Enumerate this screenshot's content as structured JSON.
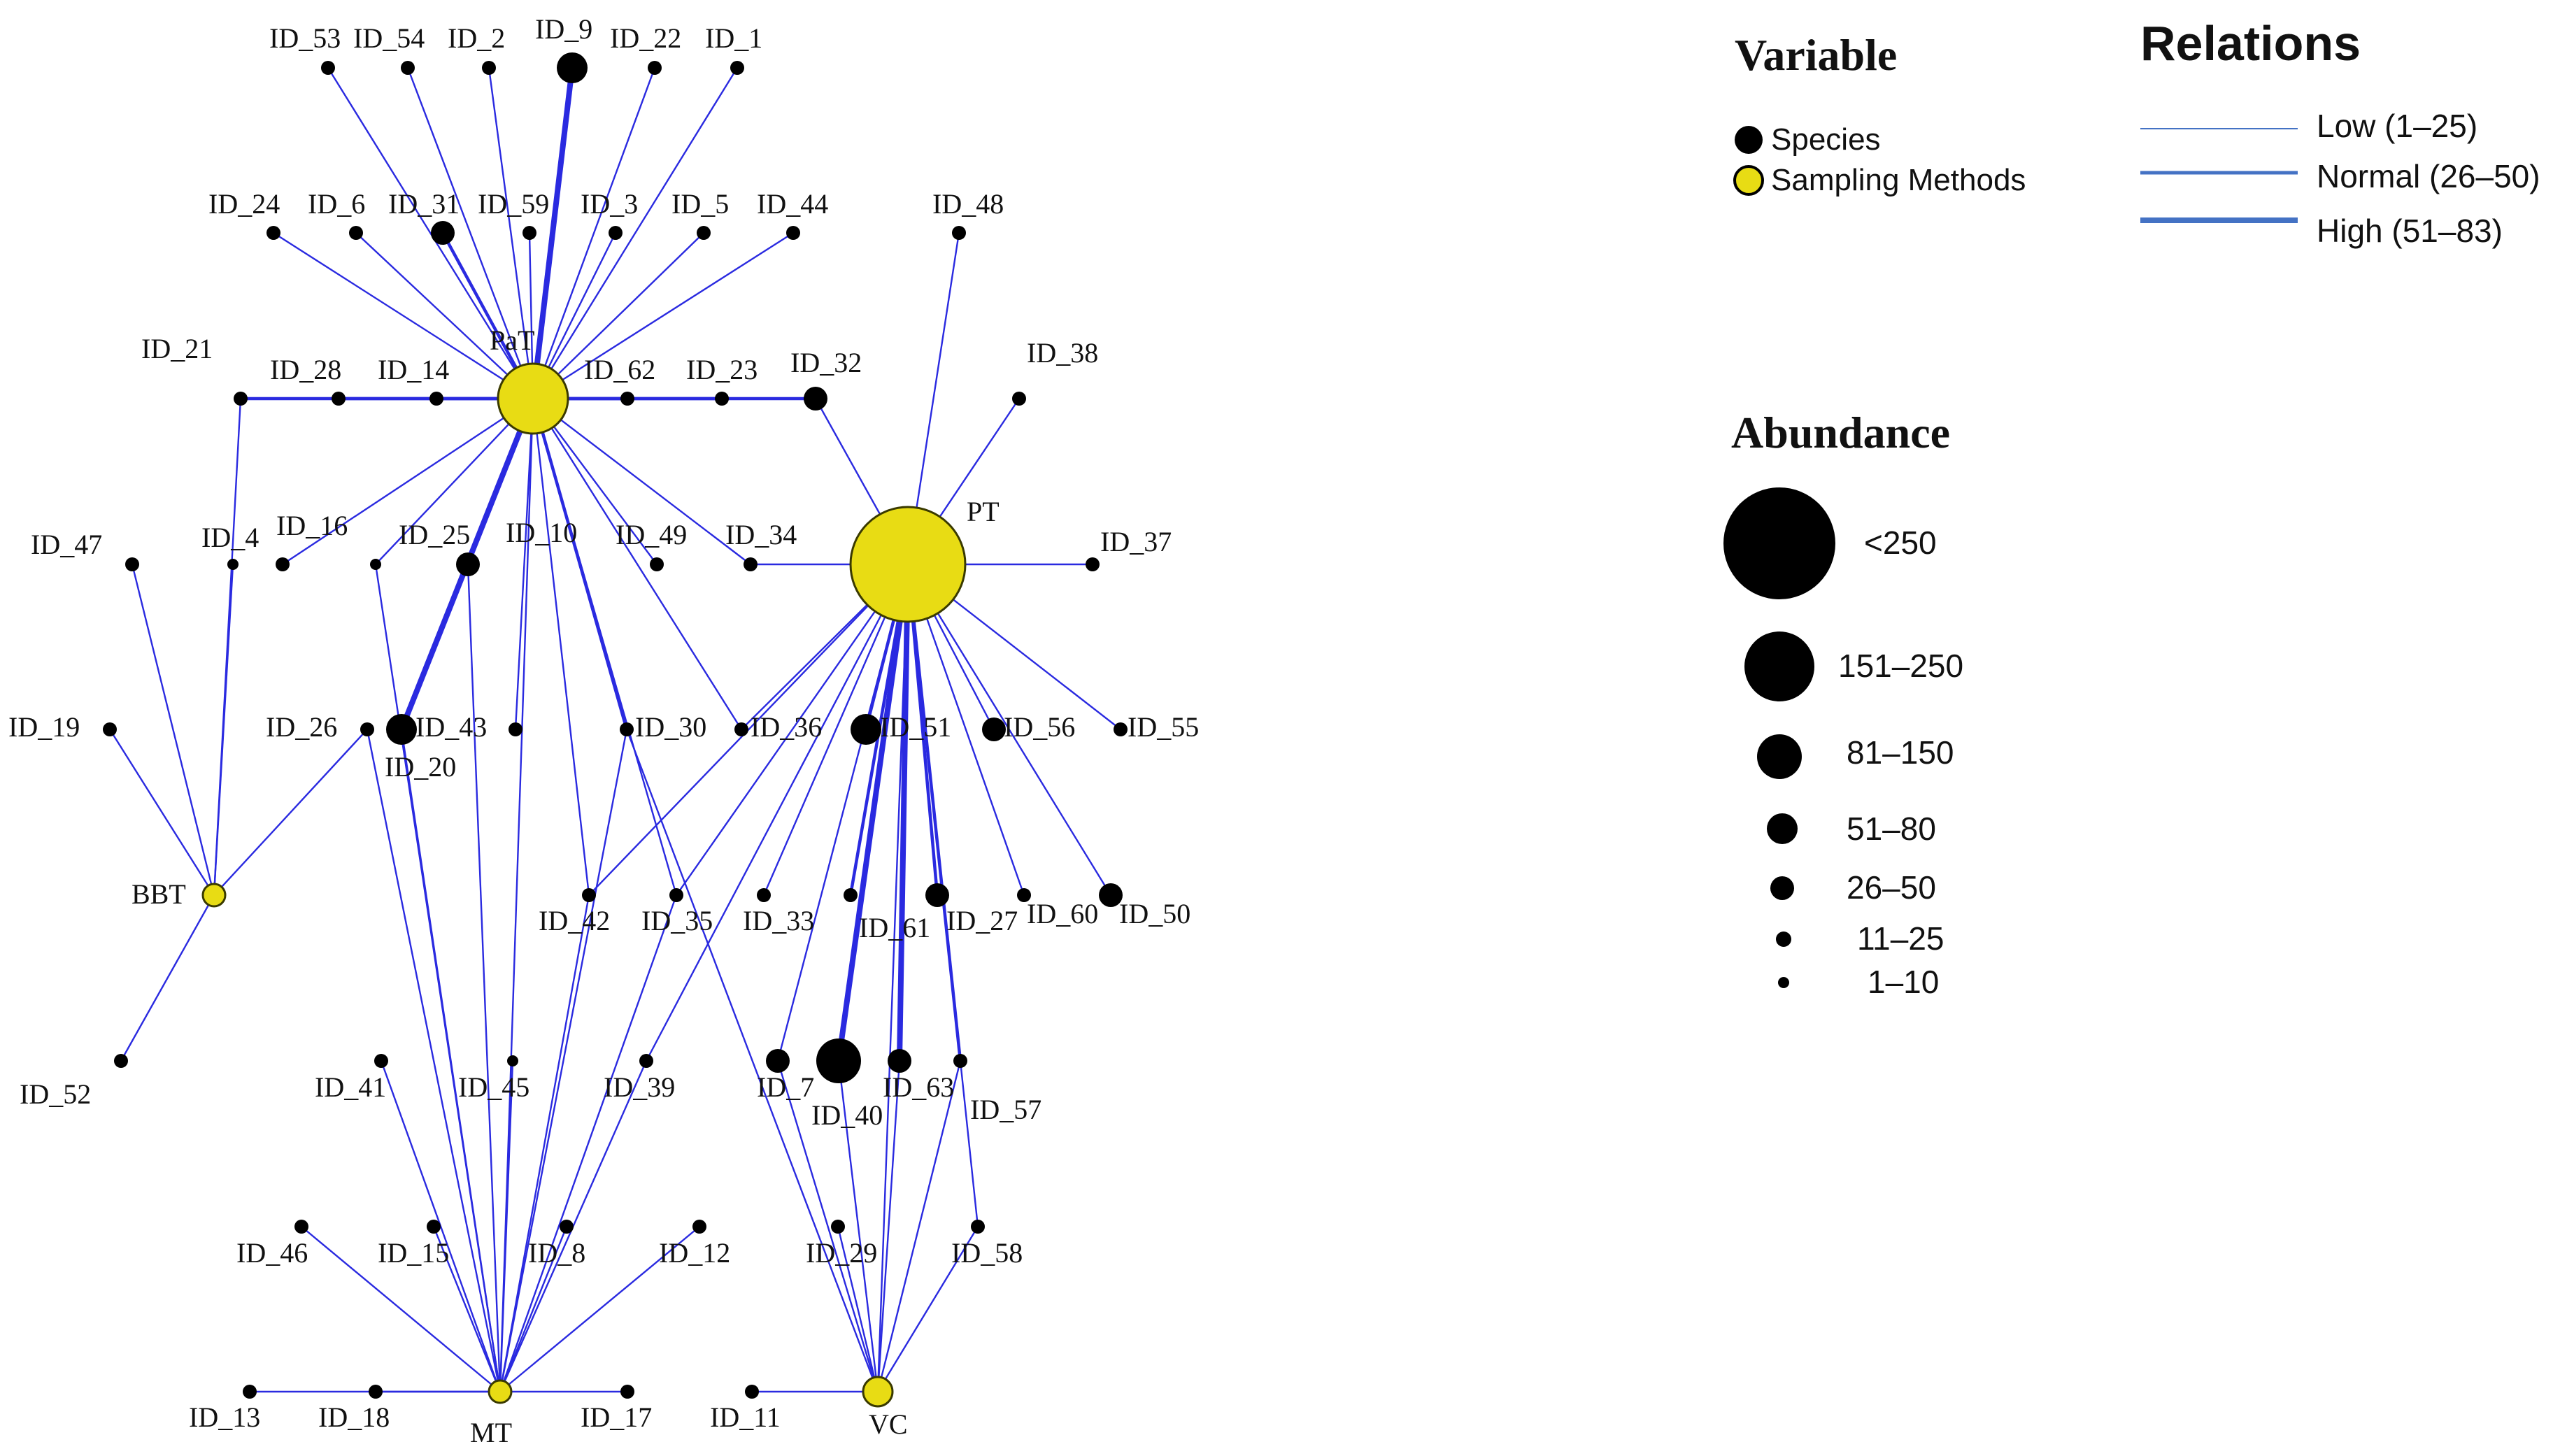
{
  "colors": {
    "edge": "#2a2ae0",
    "species_fill": "#000000",
    "method_fill": "#e8dc14",
    "method_stroke": "#3a3a00",
    "legend_line": "#4472c4"
  },
  "legend": {
    "variable": {
      "title": "Variable",
      "items": [
        {
          "label": "Species",
          "kind": "species"
        },
        {
          "label": "Sampling Methods",
          "kind": "method"
        }
      ]
    },
    "relations": {
      "title": "Relations",
      "items": [
        {
          "label": "Low (1–25)",
          "level": "low"
        },
        {
          "label": "Normal (26–50)",
          "level": "normal"
        },
        {
          "label": "High (51–83)",
          "level": "high"
        }
      ]
    },
    "abundance": {
      "title": "Abundance",
      "items": [
        {
          "label": "<250",
          "level": 7
        },
        {
          "label": "151–250",
          "level": 6
        },
        {
          "label": "81–150",
          "level": 5
        },
        {
          "label": "51–80",
          "level": 4
        },
        {
          "label": "26–50",
          "level": 3
        },
        {
          "label": "11–25",
          "level": 2
        },
        {
          "label": "1–10",
          "level": 1
        }
      ]
    }
  },
  "nodes": [
    {
      "id": "PaT",
      "label": "PaT",
      "kind": "method",
      "level": 5
    },
    {
      "id": "PT",
      "label": "PT",
      "kind": "method",
      "level": 7
    },
    {
      "id": "BBT",
      "label": "BBT",
      "kind": "method",
      "level": 2
    },
    {
      "id": "MT",
      "label": "MT",
      "kind": "method",
      "level": 2
    },
    {
      "id": "VC",
      "label": "VC",
      "kind": "method",
      "level": 3
    },
    {
      "id": "ID_53",
      "label": "ID_53",
      "kind": "species",
      "level": 2
    },
    {
      "id": "ID_54",
      "label": "ID_54",
      "kind": "species",
      "level": 2
    },
    {
      "id": "ID_2",
      "label": "ID_2",
      "kind": "species",
      "level": 2
    },
    {
      "id": "ID_9",
      "label": "ID_9",
      "kind": "species",
      "level": 4
    },
    {
      "id": "ID_22",
      "label": "ID_22",
      "kind": "species",
      "level": 2
    },
    {
      "id": "ID_1",
      "label": "ID_1",
      "kind": "species",
      "level": 2
    },
    {
      "id": "ID_24",
      "label": "ID_24",
      "kind": "species",
      "level": 2
    },
    {
      "id": "ID_6",
      "label": "ID_6",
      "kind": "species",
      "level": 2
    },
    {
      "id": "ID_31",
      "label": "ID_31",
      "kind": "species",
      "level": 3
    },
    {
      "id": "ID_59",
      "label": "ID_59",
      "kind": "species",
      "level": 2
    },
    {
      "id": "ID_3",
      "label": "ID_3",
      "kind": "species",
      "level": 2
    },
    {
      "id": "ID_5",
      "label": "ID_5",
      "kind": "species",
      "level": 2
    },
    {
      "id": "ID_44",
      "label": "ID_44",
      "kind": "species",
      "level": 2
    },
    {
      "id": "ID_48",
      "label": "ID_48",
      "kind": "species",
      "level": 2
    },
    {
      "id": "ID_21",
      "label": "ID_21",
      "kind": "species",
      "level": 2
    },
    {
      "id": "ID_28",
      "label": "ID_28",
      "kind": "species",
      "level": 2
    },
    {
      "id": "ID_14",
      "label": "ID_14",
      "kind": "species",
      "level": 2
    },
    {
      "id": "ID_62",
      "label": "ID_62",
      "kind": "species",
      "level": 2
    },
    {
      "id": "ID_23",
      "label": "ID_23",
      "kind": "species",
      "level": 2
    },
    {
      "id": "ID_32",
      "label": "ID_32",
      "kind": "species",
      "level": 3
    },
    {
      "id": "ID_38",
      "label": "ID_38",
      "kind": "species",
      "level": 2
    },
    {
      "id": "ID_47",
      "label": "ID_47",
      "kind": "species",
      "level": 2
    },
    {
      "id": "ID_4",
      "label": "ID_4",
      "kind": "species",
      "level": 1
    },
    {
      "id": "ID_16",
      "label": "ID_16",
      "kind": "species",
      "level": 2
    },
    {
      "id": "ID_25",
      "label": "ID_25",
      "kind": "species",
      "level": 1
    },
    {
      "id": "ID_10",
      "label": "ID_10",
      "kind": "species",
      "level": 3
    },
    {
      "id": "ID_49",
      "label": "ID_49",
      "kind": "species",
      "level": 2
    },
    {
      "id": "ID_34",
      "label": "ID_34",
      "kind": "species",
      "level": 2
    },
    {
      "id": "ID_37",
      "label": "ID_37",
      "kind": "species",
      "level": 2
    },
    {
      "id": "ID_19",
      "label": "ID_19",
      "kind": "species",
      "level": 2
    },
    {
      "id": "ID_26",
      "label": "ID_26",
      "kind": "species",
      "level": 2
    },
    {
      "id": "ID_20",
      "label": "ID_20",
      "kind": "species",
      "level": 4
    },
    {
      "id": "ID_43",
      "label": "ID_43",
      "kind": "species",
      "level": 2
    },
    {
      "id": "ID_30",
      "label": "ID_30",
      "kind": "species",
      "level": 2
    },
    {
      "id": "ID_36",
      "label": "ID_36",
      "kind": "species",
      "level": 2
    },
    {
      "id": "ID_51",
      "label": "ID_51",
      "kind": "species",
      "level": 4
    },
    {
      "id": "ID_56",
      "label": "ID_56",
      "kind": "species",
      "level": 3
    },
    {
      "id": "ID_55",
      "label": "ID_55",
      "kind": "species",
      "level": 2
    },
    {
      "id": "ID_42",
      "label": "ID_42",
      "kind": "species",
      "level": 2
    },
    {
      "id": "ID_35",
      "label": "ID_35",
      "kind": "species",
      "level": 2
    },
    {
      "id": "ID_33",
      "label": "ID_33",
      "kind": "species",
      "level": 2
    },
    {
      "id": "ID_61",
      "label": "ID_61",
      "kind": "species",
      "level": 2
    },
    {
      "id": "ID_27",
      "label": "ID_27",
      "kind": "species",
      "level": 3
    },
    {
      "id": "ID_60",
      "label": "ID_60",
      "kind": "species",
      "level": 2
    },
    {
      "id": "ID_50",
      "label": "ID_50",
      "kind": "species",
      "level": 3
    },
    {
      "id": "ID_52",
      "label": "ID_52",
      "kind": "species",
      "level": 2
    },
    {
      "id": "ID_41",
      "label": "ID_41",
      "kind": "species",
      "level": 2
    },
    {
      "id": "ID_45",
      "label": "ID_45",
      "kind": "species",
      "level": 1
    },
    {
      "id": "ID_39",
      "label": "ID_39",
      "kind": "species",
      "level": 2
    },
    {
      "id": "ID_7",
      "label": "ID_7",
      "kind": "species",
      "level": 3
    },
    {
      "id": "ID_40",
      "label": "ID_40",
      "kind": "species",
      "level": 5
    },
    {
      "id": "ID_63",
      "label": "ID_63",
      "kind": "species",
      "level": 3
    },
    {
      "id": "ID_57",
      "label": "ID_57",
      "kind": "species",
      "level": 2
    },
    {
      "id": "ID_46",
      "label": "ID_46",
      "kind": "species",
      "level": 2
    },
    {
      "id": "ID_15",
      "label": "ID_15",
      "kind": "species",
      "level": 2
    },
    {
      "id": "ID_8",
      "label": "ID_8",
      "kind": "species",
      "level": 2
    },
    {
      "id": "ID_12",
      "label": "ID_12",
      "kind": "species",
      "level": 2
    },
    {
      "id": "ID_29",
      "label": "ID_29",
      "kind": "species",
      "level": 2
    },
    {
      "id": "ID_58",
      "label": "ID_58",
      "kind": "species",
      "level": 2
    },
    {
      "id": "ID_13",
      "label": "ID_13",
      "kind": "species",
      "level": 2
    },
    {
      "id": "ID_18",
      "label": "ID_18",
      "kind": "species",
      "level": 2
    },
    {
      "id": "ID_17",
      "label": "ID_17",
      "kind": "species",
      "level": 2
    },
    {
      "id": "ID_11",
      "label": "ID_11",
      "kind": "species",
      "level": 2
    }
  ],
  "edges": [
    {
      "from": "PaT",
      "to": "ID_53",
      "level": "low"
    },
    {
      "from": "PaT",
      "to": "ID_54",
      "level": "low"
    },
    {
      "from": "PaT",
      "to": "ID_2",
      "level": "low"
    },
    {
      "from": "PaT",
      "to": "ID_9",
      "level": "high"
    },
    {
      "from": "PaT",
      "to": "ID_22",
      "level": "low"
    },
    {
      "from": "PaT",
      "to": "ID_1",
      "level": "low"
    },
    {
      "from": "PaT",
      "to": "ID_24",
      "level": "low"
    },
    {
      "from": "PaT",
      "to": "ID_6",
      "level": "low"
    },
    {
      "from": "PaT",
      "to": "ID_31",
      "level": "normal"
    },
    {
      "from": "PaT",
      "to": "ID_59",
      "level": "low"
    },
    {
      "from": "PaT",
      "to": "ID_3",
      "level": "low"
    },
    {
      "from": "PaT",
      "to": "ID_5",
      "level": "low"
    },
    {
      "from": "PaT",
      "to": "ID_44",
      "level": "low"
    },
    {
      "from": "PaT",
      "to": "ID_21",
      "level": "normal"
    },
    {
      "from": "PaT",
      "to": "ID_28",
      "level": "normal"
    },
    {
      "from": "PaT",
      "to": "ID_14",
      "level": "normal"
    },
    {
      "from": "PaT",
      "to": "ID_62",
      "level": "normal"
    },
    {
      "from": "PaT",
      "to": "ID_23",
      "level": "normal"
    },
    {
      "from": "PaT",
      "to": "ID_32",
      "level": "normal"
    },
    {
      "from": "PaT",
      "to": "ID_16",
      "level": "low"
    },
    {
      "from": "PaT",
      "to": "ID_25",
      "level": "low"
    },
    {
      "from": "PaT",
      "to": "ID_10",
      "level": "normal"
    },
    {
      "from": "PaT",
      "to": "ID_49",
      "level": "low"
    },
    {
      "from": "PaT",
      "to": "ID_34",
      "level": "low"
    },
    {
      "from": "PaT",
      "to": "ID_20",
      "level": "high"
    },
    {
      "from": "PaT",
      "to": "ID_43",
      "level": "low"
    },
    {
      "from": "PaT",
      "to": "ID_30",
      "level": "normal"
    },
    {
      "from": "PaT",
      "to": "ID_36",
      "level": "low"
    },
    {
      "from": "PaT",
      "to": "ID_35",
      "level": "low"
    },
    {
      "from": "PaT",
      "to": "ID_42",
      "level": "low"
    },
    {
      "from": "PaT",
      "to": "MT",
      "level": "low"
    },
    {
      "from": "ID_32",
      "to": "PT",
      "level": "low"
    },
    {
      "from": "PT",
      "to": "ID_48",
      "level": "low"
    },
    {
      "from": "PT",
      "to": "ID_38",
      "level": "low"
    },
    {
      "from": "PT",
      "to": "ID_34",
      "level": "low"
    },
    {
      "from": "PT",
      "to": "ID_37",
      "level": "low"
    },
    {
      "from": "PT",
      "to": "ID_36",
      "level": "low"
    },
    {
      "from": "PT",
      "to": "ID_51",
      "level": "normal"
    },
    {
      "from": "PT",
      "to": "ID_56",
      "level": "low"
    },
    {
      "from": "PT",
      "to": "ID_55",
      "level": "low"
    },
    {
      "from": "PT",
      "to": "ID_42",
      "level": "low"
    },
    {
      "from": "PT",
      "to": "ID_35",
      "level": "low"
    },
    {
      "from": "PT",
      "to": "ID_33",
      "level": "low"
    },
    {
      "from": "PT",
      "to": "ID_61",
      "level": "normal"
    },
    {
      "from": "PT",
      "to": "ID_27",
      "level": "normal"
    },
    {
      "from": "PT",
      "to": "ID_60",
      "level": "low"
    },
    {
      "from": "PT",
      "to": "ID_50",
      "level": "low"
    },
    {
      "from": "PT",
      "to": "ID_39",
      "level": "low"
    },
    {
      "from": "PT",
      "to": "ID_7",
      "level": "low"
    },
    {
      "from": "PT",
      "to": "ID_40",
      "level": "high"
    },
    {
      "from": "PT",
      "to": "ID_63",
      "level": "high"
    },
    {
      "from": "PT",
      "to": "ID_57",
      "level": "normal"
    },
    {
      "from": "PT",
      "to": "ID_58",
      "level": "low"
    },
    {
      "from": "PT",
      "to": "VC",
      "level": "low"
    },
    {
      "from": "BBT",
      "to": "ID_47",
      "level": "low"
    },
    {
      "from": "BBT",
      "to": "ID_4",
      "level": "low"
    },
    {
      "from": "BBT",
      "to": "ID_21",
      "level": "low"
    },
    {
      "from": "BBT",
      "to": "ID_19",
      "level": "low"
    },
    {
      "from": "BBT",
      "to": "ID_26",
      "level": "low"
    },
    {
      "from": "BBT",
      "to": "ID_52",
      "level": "low"
    },
    {
      "from": "MT",
      "to": "ID_26",
      "level": "low"
    },
    {
      "from": "MT",
      "to": "ID_20",
      "level": "low"
    },
    {
      "from": "MT",
      "to": "ID_25",
      "level": "low"
    },
    {
      "from": "MT",
      "to": "ID_10",
      "level": "low"
    },
    {
      "from": "MT",
      "to": "ID_30",
      "level": "low"
    },
    {
      "from": "MT",
      "to": "ID_42",
      "level": "low"
    },
    {
      "from": "MT",
      "to": "ID_35",
      "level": "low"
    },
    {
      "from": "MT",
      "to": "ID_41",
      "level": "low"
    },
    {
      "from": "MT",
      "to": "ID_45",
      "level": "low"
    },
    {
      "from": "MT",
      "to": "ID_39",
      "level": "low"
    },
    {
      "from": "MT",
      "to": "ID_46",
      "level": "low"
    },
    {
      "from": "MT",
      "to": "ID_15",
      "level": "low"
    },
    {
      "from": "MT",
      "to": "ID_8",
      "level": "low"
    },
    {
      "from": "MT",
      "to": "ID_12",
      "level": "low"
    },
    {
      "from": "MT",
      "to": "ID_13",
      "level": "low"
    },
    {
      "from": "MT",
      "to": "ID_18",
      "level": "low"
    },
    {
      "from": "MT",
      "to": "ID_17",
      "level": "low"
    },
    {
      "from": "VC",
      "to": "ID_30",
      "level": "low"
    },
    {
      "from": "VC",
      "to": "ID_7",
      "level": "low"
    },
    {
      "from": "VC",
      "to": "ID_40",
      "level": "low"
    },
    {
      "from": "VC",
      "to": "ID_63",
      "level": "low"
    },
    {
      "from": "VC",
      "to": "ID_57",
      "level": "low"
    },
    {
      "from": "VC",
      "to": "ID_29",
      "level": "low"
    },
    {
      "from": "VC",
      "to": "ID_58",
      "level": "low"
    },
    {
      "from": "VC",
      "to": "ID_11",
      "level": "low"
    }
  ]
}
